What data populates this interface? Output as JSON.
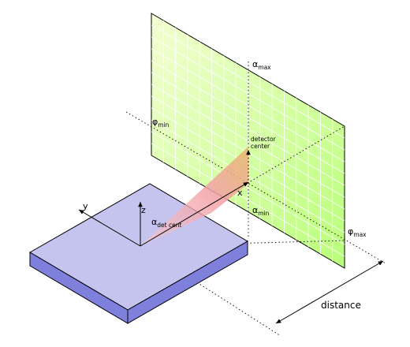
{
  "labels": {
    "alpha_max": {
      "sym": "α",
      "sub": "max"
    },
    "alpha_min": {
      "sym": "α",
      "sub": "min"
    },
    "phi_min": {
      "sym": "φ",
      "sub": "min"
    },
    "phi_max": {
      "sym": "φ",
      "sub": "max"
    },
    "alpha_det": {
      "sym": "α",
      "sub": "det cent"
    },
    "detector_center": [
      "detector",
      "center"
    ],
    "x_axis": "x",
    "y_axis": "y",
    "z_axis": "z",
    "distance": "distance"
  },
  "colors": {
    "detector_fill_light": "#f3ffd2",
    "detector_fill_dark": "#b9ff7a",
    "detector_grid": "#ffffff",
    "sample_top": "#c4c4ee",
    "sample_side": "#7f7fdc",
    "cone": "#f2a0a6",
    "cone_tip": "#e8b870"
  }
}
